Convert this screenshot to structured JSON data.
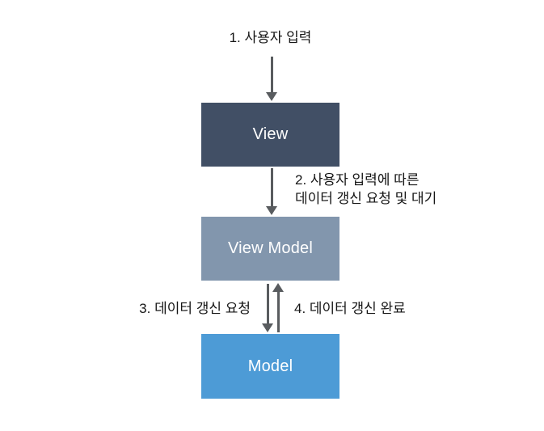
{
  "diagram": {
    "background": "#ffffff",
    "arrow_color": "#595c5f",
    "label_color": "#161616",
    "labels": {
      "step1": "1. 사용자 입력",
      "step2_line1": "2. 사용자 입력에 따른",
      "step2_line2": "데이터 갱신 요청 및 대기",
      "step3": "3. 데이터 갱신 요청",
      "step4": "4. 데이터 갱신 완료"
    },
    "nodes": [
      {
        "id": "view",
        "label": "View",
        "color": "#414f65",
        "text_color": "#ffffff"
      },
      {
        "id": "view-model",
        "label": "View Model",
        "color": "#8296ad",
        "text_color": "#ffffff"
      },
      {
        "id": "model",
        "label": "Model",
        "color": "#4d9bd6",
        "text_color": "#ffffff"
      }
    ]
  }
}
